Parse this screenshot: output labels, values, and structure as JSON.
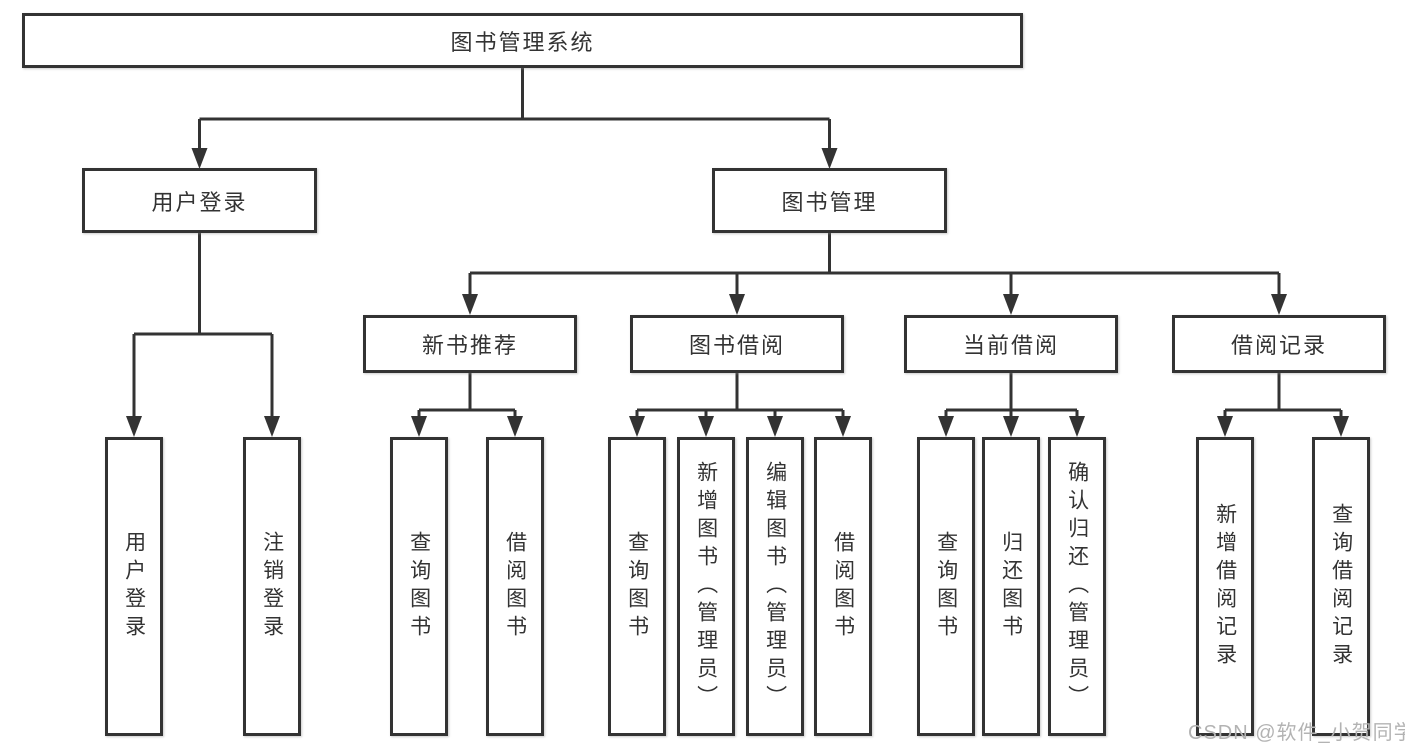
{
  "diagram": {
    "root": {
      "label": "图书管理系统"
    },
    "level2": [
      {
        "label": "用户登录",
        "children": [
          "用户登录",
          "注销登录"
        ]
      },
      {
        "label": "图书管理",
        "children": [
          {
            "label": "新书推荐",
            "children": [
              "查询图书",
              "借阅图书"
            ]
          },
          {
            "label": "图书借阅",
            "children": [
              "查询图书",
              "新增图书（管理员）",
              "编辑图书（管理员）",
              "借阅图书"
            ]
          },
          {
            "label": "当前借阅",
            "children": [
              "查询图书",
              "归还图书",
              "确认归还（管理员）"
            ]
          },
          {
            "label": "借阅记录",
            "children": [
              "新增借阅记录",
              "查询借阅记录"
            ]
          }
        ]
      }
    ],
    "watermark": "CSDN @软件_小贺同学",
    "colors": {
      "line": "#333333",
      "text": "#333333",
      "box_background": "#ffffff",
      "watermark": "#b3b3b3",
      "page_background": "#ffffff"
    }
  }
}
